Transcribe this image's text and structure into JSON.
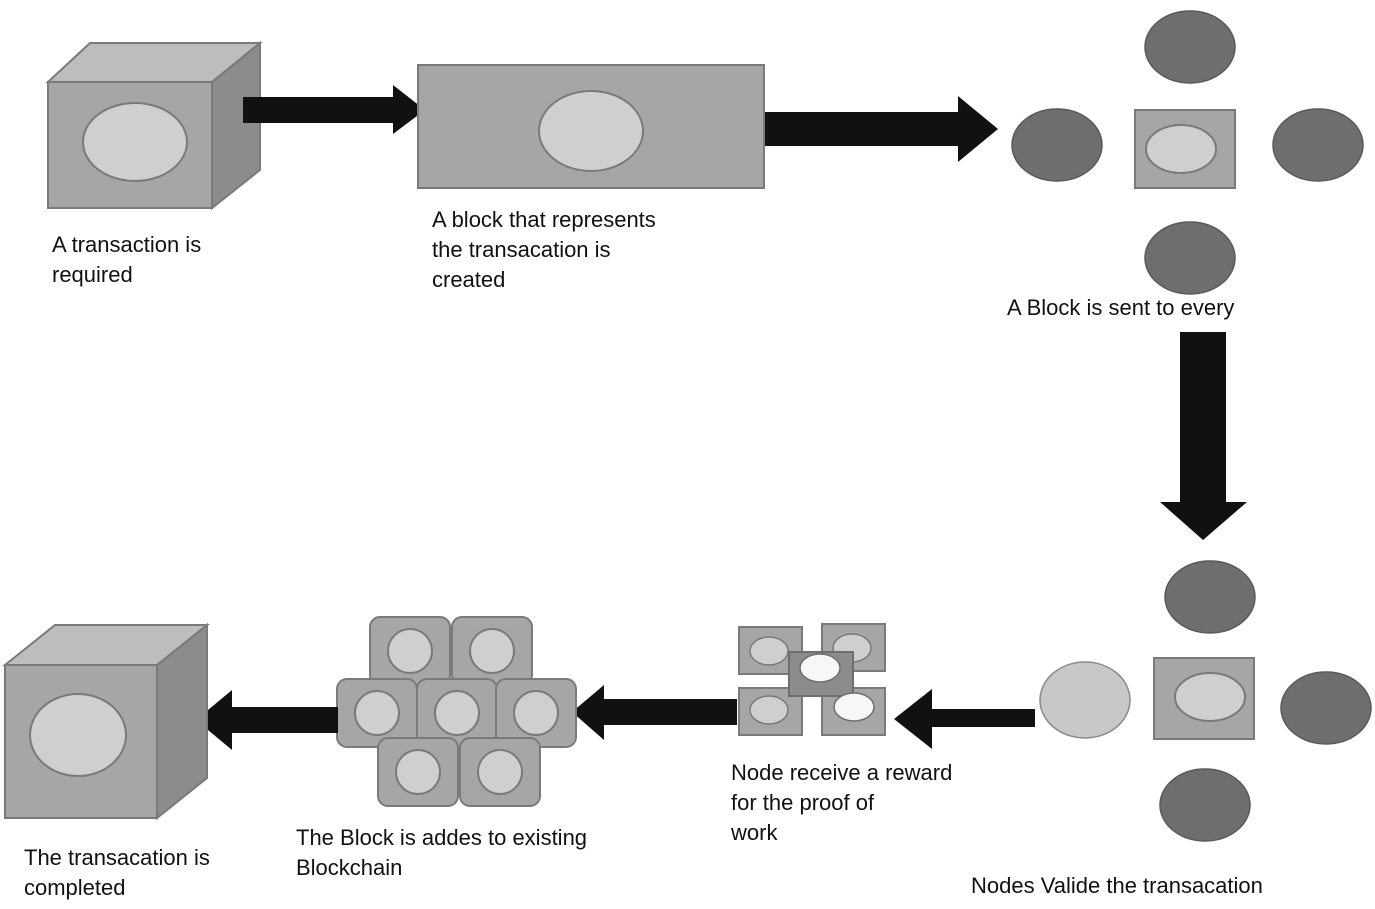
{
  "steps": {
    "transaction_required": "A transaction is\nrequired",
    "block_created": "A block that represents\nthe transacation is\ncreated",
    "block_sent": "A Block is sent to every",
    "nodes_validate": "Nodes Valide the transacation",
    "node_reward": "Node receive a reward\nfor the proof of\nwork",
    "block_added": "The Block is addes to existing\nBlockchain",
    "transaction_completed": "The transacation is\ncompleted"
  },
  "colors": {
    "box_face": "#a6a6a6",
    "box_top": "#bdbdbd",
    "box_side": "#8c8c8c",
    "box_stroke": "#7a7a7a",
    "ellipse_fill": "#cfcfcf",
    "node_fill": "#6e6e6e",
    "node_light": "#c8c8c8",
    "reward_light": "#f7f7f7",
    "arrow": "#111111",
    "text": "#111111"
  },
  "icons": [
    "cube-icon",
    "block-icon",
    "node-network-icon",
    "arrow-icon",
    "blockchain-cluster-icon"
  ]
}
